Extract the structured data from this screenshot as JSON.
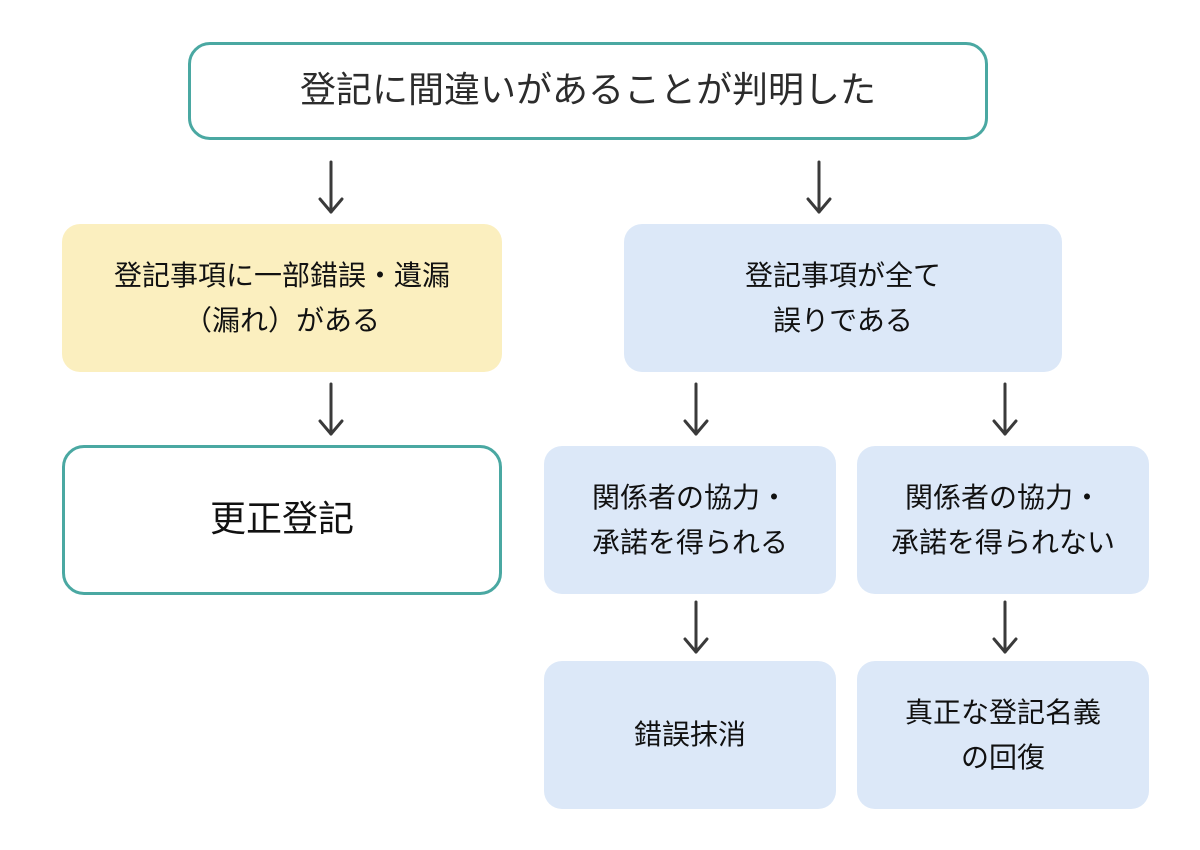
{
  "nodes": {
    "top": "登記に間違いがあることが判明した",
    "partial_error": "登記事項に一部錯誤・遺漏\n（漏れ）がある",
    "all_error": "登記事項が全て\n誤りである",
    "correction": "更正登記",
    "cooperation_yes": "関係者の協力・\n承諾を得られる",
    "cooperation_no": "関係者の協力・\n承諾を得られない",
    "cancellation": "錯誤抹消",
    "restoration": "真正な登記名義\nの回復"
  },
  "colors": {
    "outline_border": "#4aa8a2",
    "yellow_fill": "#fbefbf",
    "blue_fill": "#dce8f8",
    "arrow": "#3a3a3a"
  },
  "edges": [
    [
      "top",
      "partial_error"
    ],
    [
      "top",
      "all_error"
    ],
    [
      "partial_error",
      "correction"
    ],
    [
      "all_error",
      "cooperation_yes"
    ],
    [
      "all_error",
      "cooperation_no"
    ],
    [
      "cooperation_yes",
      "cancellation"
    ],
    [
      "cooperation_no",
      "restoration"
    ]
  ]
}
